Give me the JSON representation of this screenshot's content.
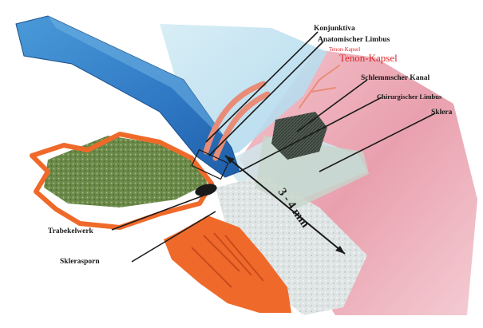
{
  "labels": {
    "konjunktiva": "Konjunktiva",
    "anatomischer_limbus": "Anatomischer Limbus",
    "tenon_kapsel_small": "Tenon-Kapsel",
    "tenon_kapsel": "Tenon-Kapsel",
    "schlemmscher_kanal": "Schlemmscher Kanal",
    "chirurgischer_limbus": "Chirurgischer Limbus",
    "sklera": "Sklera",
    "trabekelwerk": "Trabekelwerk",
    "sklerasporn": "Sklerasporn",
    "measurement": "3 - 4 mm"
  },
  "colors": {
    "cornea": "#2f78c4",
    "cornea_light": "#bfdff0",
    "sclera_pink": "#e7a3b0",
    "iris_orange": "#ef6a2a",
    "trabecular_green": "#5d7a3c",
    "label_red": "#e0262a"
  }
}
